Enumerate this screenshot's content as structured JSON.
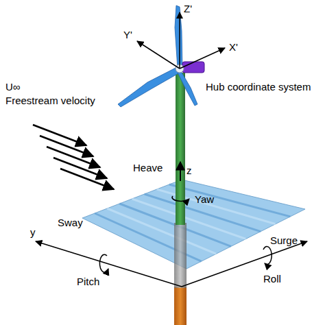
{
  "diagram": {
    "labels": [
      "Z'",
      "Y'",
      "X'",
      "U∞",
      "Freestream velocity",
      "Hub coordinate system",
      "Heave",
      "z",
      "Yaw",
      "Sway",
      "y",
      "Surge",
      "Pitch",
      "Roll"
    ]
  }
}
